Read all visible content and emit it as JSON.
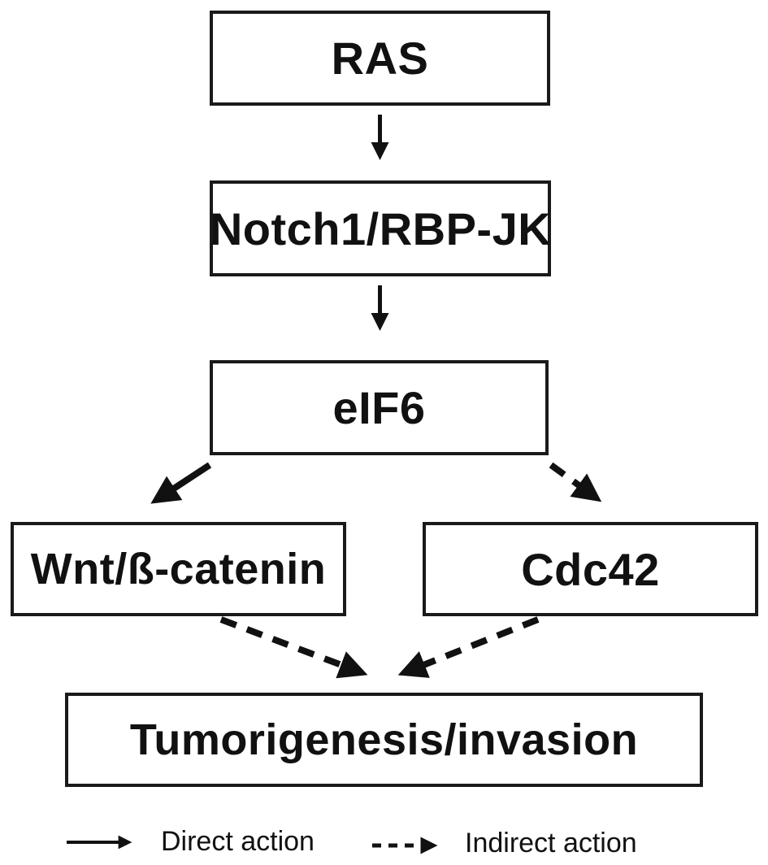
{
  "diagram": {
    "nodes": [
      {
        "id": "ras",
        "label": "RAS"
      },
      {
        "id": "notch",
        "label": "Notch1/RBP-JK"
      },
      {
        "id": "eif6",
        "label": "eIF6"
      },
      {
        "id": "wnt",
        "label": "Wnt/ß-catenin"
      },
      {
        "id": "cdc42",
        "label": "Cdc42"
      },
      {
        "id": "tumor",
        "label": "Tumorigenesis/invasion"
      }
    ],
    "edges": [
      {
        "from": "ras",
        "to": "notch",
        "type": "direct"
      },
      {
        "from": "notch",
        "to": "eif6",
        "type": "direct"
      },
      {
        "from": "eif6",
        "to": "wnt",
        "type": "direct"
      },
      {
        "from": "eif6",
        "to": "cdc42",
        "type": "indirect"
      },
      {
        "from": "wnt",
        "to": "tumor",
        "type": "indirect"
      },
      {
        "from": "cdc42",
        "to": "tumor",
        "type": "indirect"
      }
    ],
    "legend": {
      "direct_label": "Direct action",
      "indirect_label": "Indirect action"
    },
    "colors": {
      "line": "#111111",
      "box_border": "#1a1a1a",
      "text": "#111111",
      "background": "#ffffff"
    }
  }
}
